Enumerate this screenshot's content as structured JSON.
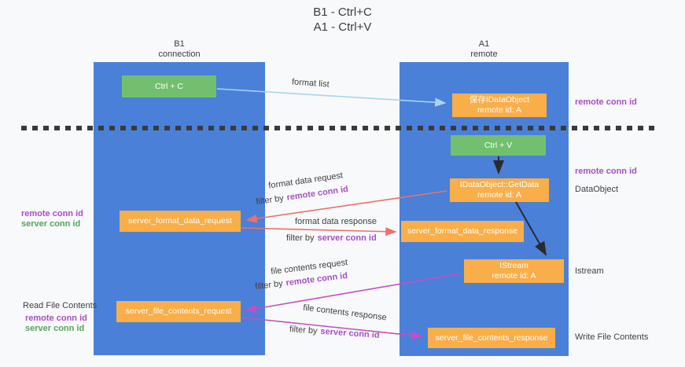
{
  "title": {
    "line1": "B1 - Ctrl+C",
    "line2": "A1 - Ctrl+V"
  },
  "columns": {
    "left": {
      "name": "B1",
      "subtitle": "connection"
    },
    "right": {
      "name": "A1",
      "subtitle": "remote"
    }
  },
  "boxes": {
    "ctrl_c": {
      "label": "Ctrl + C"
    },
    "ctrl_v": {
      "label": "Ctrl + V"
    },
    "save_idataobject": {
      "line1": "保存IDataObject",
      "line2": "remote id: A"
    },
    "getdata": {
      "line1": "IDataObject::GetData",
      "line2": "remote id: A"
    },
    "istream": {
      "line1": "IStream",
      "line2": "remote id: A"
    },
    "server_format_data_request": {
      "label": "server_format_data_request"
    },
    "server_format_data_response": {
      "label": "server_format_data_response"
    },
    "server_file_contents_request": {
      "label": "server_file_contents_request"
    },
    "server_file_contents_response": {
      "label": "server_file_contents_response"
    }
  },
  "arrow_labels": {
    "format_list": "format list",
    "format_data_request": "format data request",
    "format_data_response": "format data response",
    "file_contents_request": "file contents request",
    "file_contents_response": "file contents response",
    "filter_by": "filter by",
    "remote_conn_id": "remote conn id",
    "server_conn_id": "server conn id"
  },
  "side_labels": {
    "remote_conn_id": "remote conn id",
    "server_conn_id": "server conn id",
    "dataobject": "DataObject",
    "istream": "Istream",
    "read_file_contents": "Read File Contents",
    "write_file_contents": "Write File Contents"
  },
  "colors": {
    "column_blue": "#4a80d8",
    "box_orange": "#f9ae49",
    "box_green": "#72c06f",
    "arrow_lightblue": "#a9d3f1",
    "arrow_black": "#2b2b2b",
    "arrow_red": "#e8726f",
    "arrow_magenta": "#c44fc4",
    "label_purple": "#a64fc8",
    "label_green": "#56a45c",
    "dashed_line": "#3a3a3a",
    "background": "#f8f9fa"
  }
}
